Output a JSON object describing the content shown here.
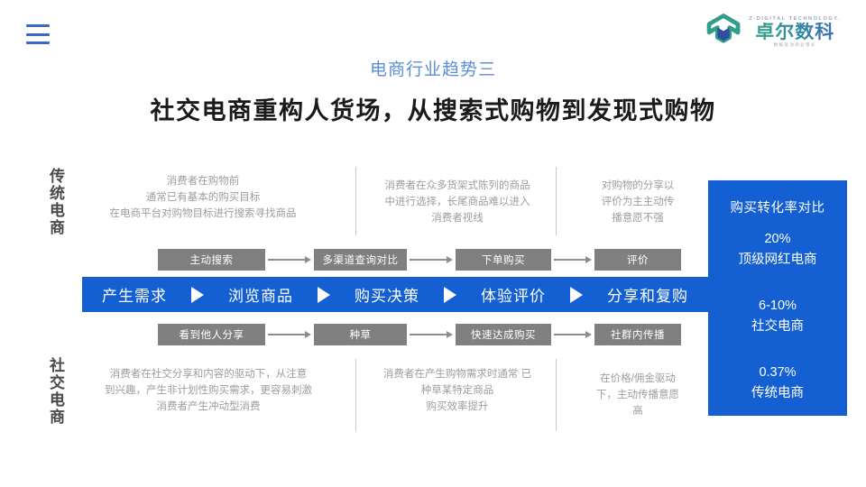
{
  "header": {
    "menu_icon": "hamburger-menu-icon",
    "logo": {
      "mark": "z-logo-mark",
      "english": "Z-DIGITAL TECHNOLOGY.",
      "chinese": "卓尔数科",
      "tagline": "数据驱动商业增长"
    }
  },
  "titles": {
    "subtitle": "电商行业趋势三",
    "main": "社交电商重构人货场，从搜索式购物到发现式购物"
  },
  "side_labels": {
    "top": "传统电商",
    "bottom": "社交电商"
  },
  "top_descriptions": [
    "消费者在购物前\n通常已有基本的购买目标\n在电商平台对购物目标进行搜索寻找商品",
    "消费者在众多货架式陈列的商品\n中进行选择，长尾商品难以进入\n消费者视线",
    "对购物的分享以\n评价为主主动传\n播意愿不强"
  ],
  "bottom_descriptions": [
    "消费者在社交分享和内容的驱动下，从注意\n到兴趣，产生非计划性购买需求，更容易刺激\n消费者产生冲动型消费",
    "消费者在产生购物需求时通常 已\n种草某特定商品\n购买效率提升",
    "在价格/佣金驱动\n下，主动传播意愿\n高"
  ],
  "traditional_flow": [
    "主动搜索",
    "多渠道查询对比",
    "下单购买",
    "评价"
  ],
  "social_flow": [
    "看到他人分享",
    "种草",
    "快速达成购买",
    "社群内传播"
  ],
  "journey": {
    "steps": [
      "产生需求",
      "浏览商品",
      "购买决策",
      "体验评价",
      "分享和复购"
    ]
  },
  "stat_panel": {
    "title": "购买转化率对比",
    "items": [
      {
        "value": "20%",
        "label": "顶级网红电商"
      },
      {
        "value": "6-10%",
        "label": "社交电商"
      },
      {
        "value": "0.37%",
        "label": "传统电商"
      }
    ]
  },
  "colors": {
    "accent_blue": "#1460d2",
    "subtitle_blue": "#5b8dd9",
    "box_gray": "#808080",
    "desc_gray": "#9d9d9d"
  }
}
